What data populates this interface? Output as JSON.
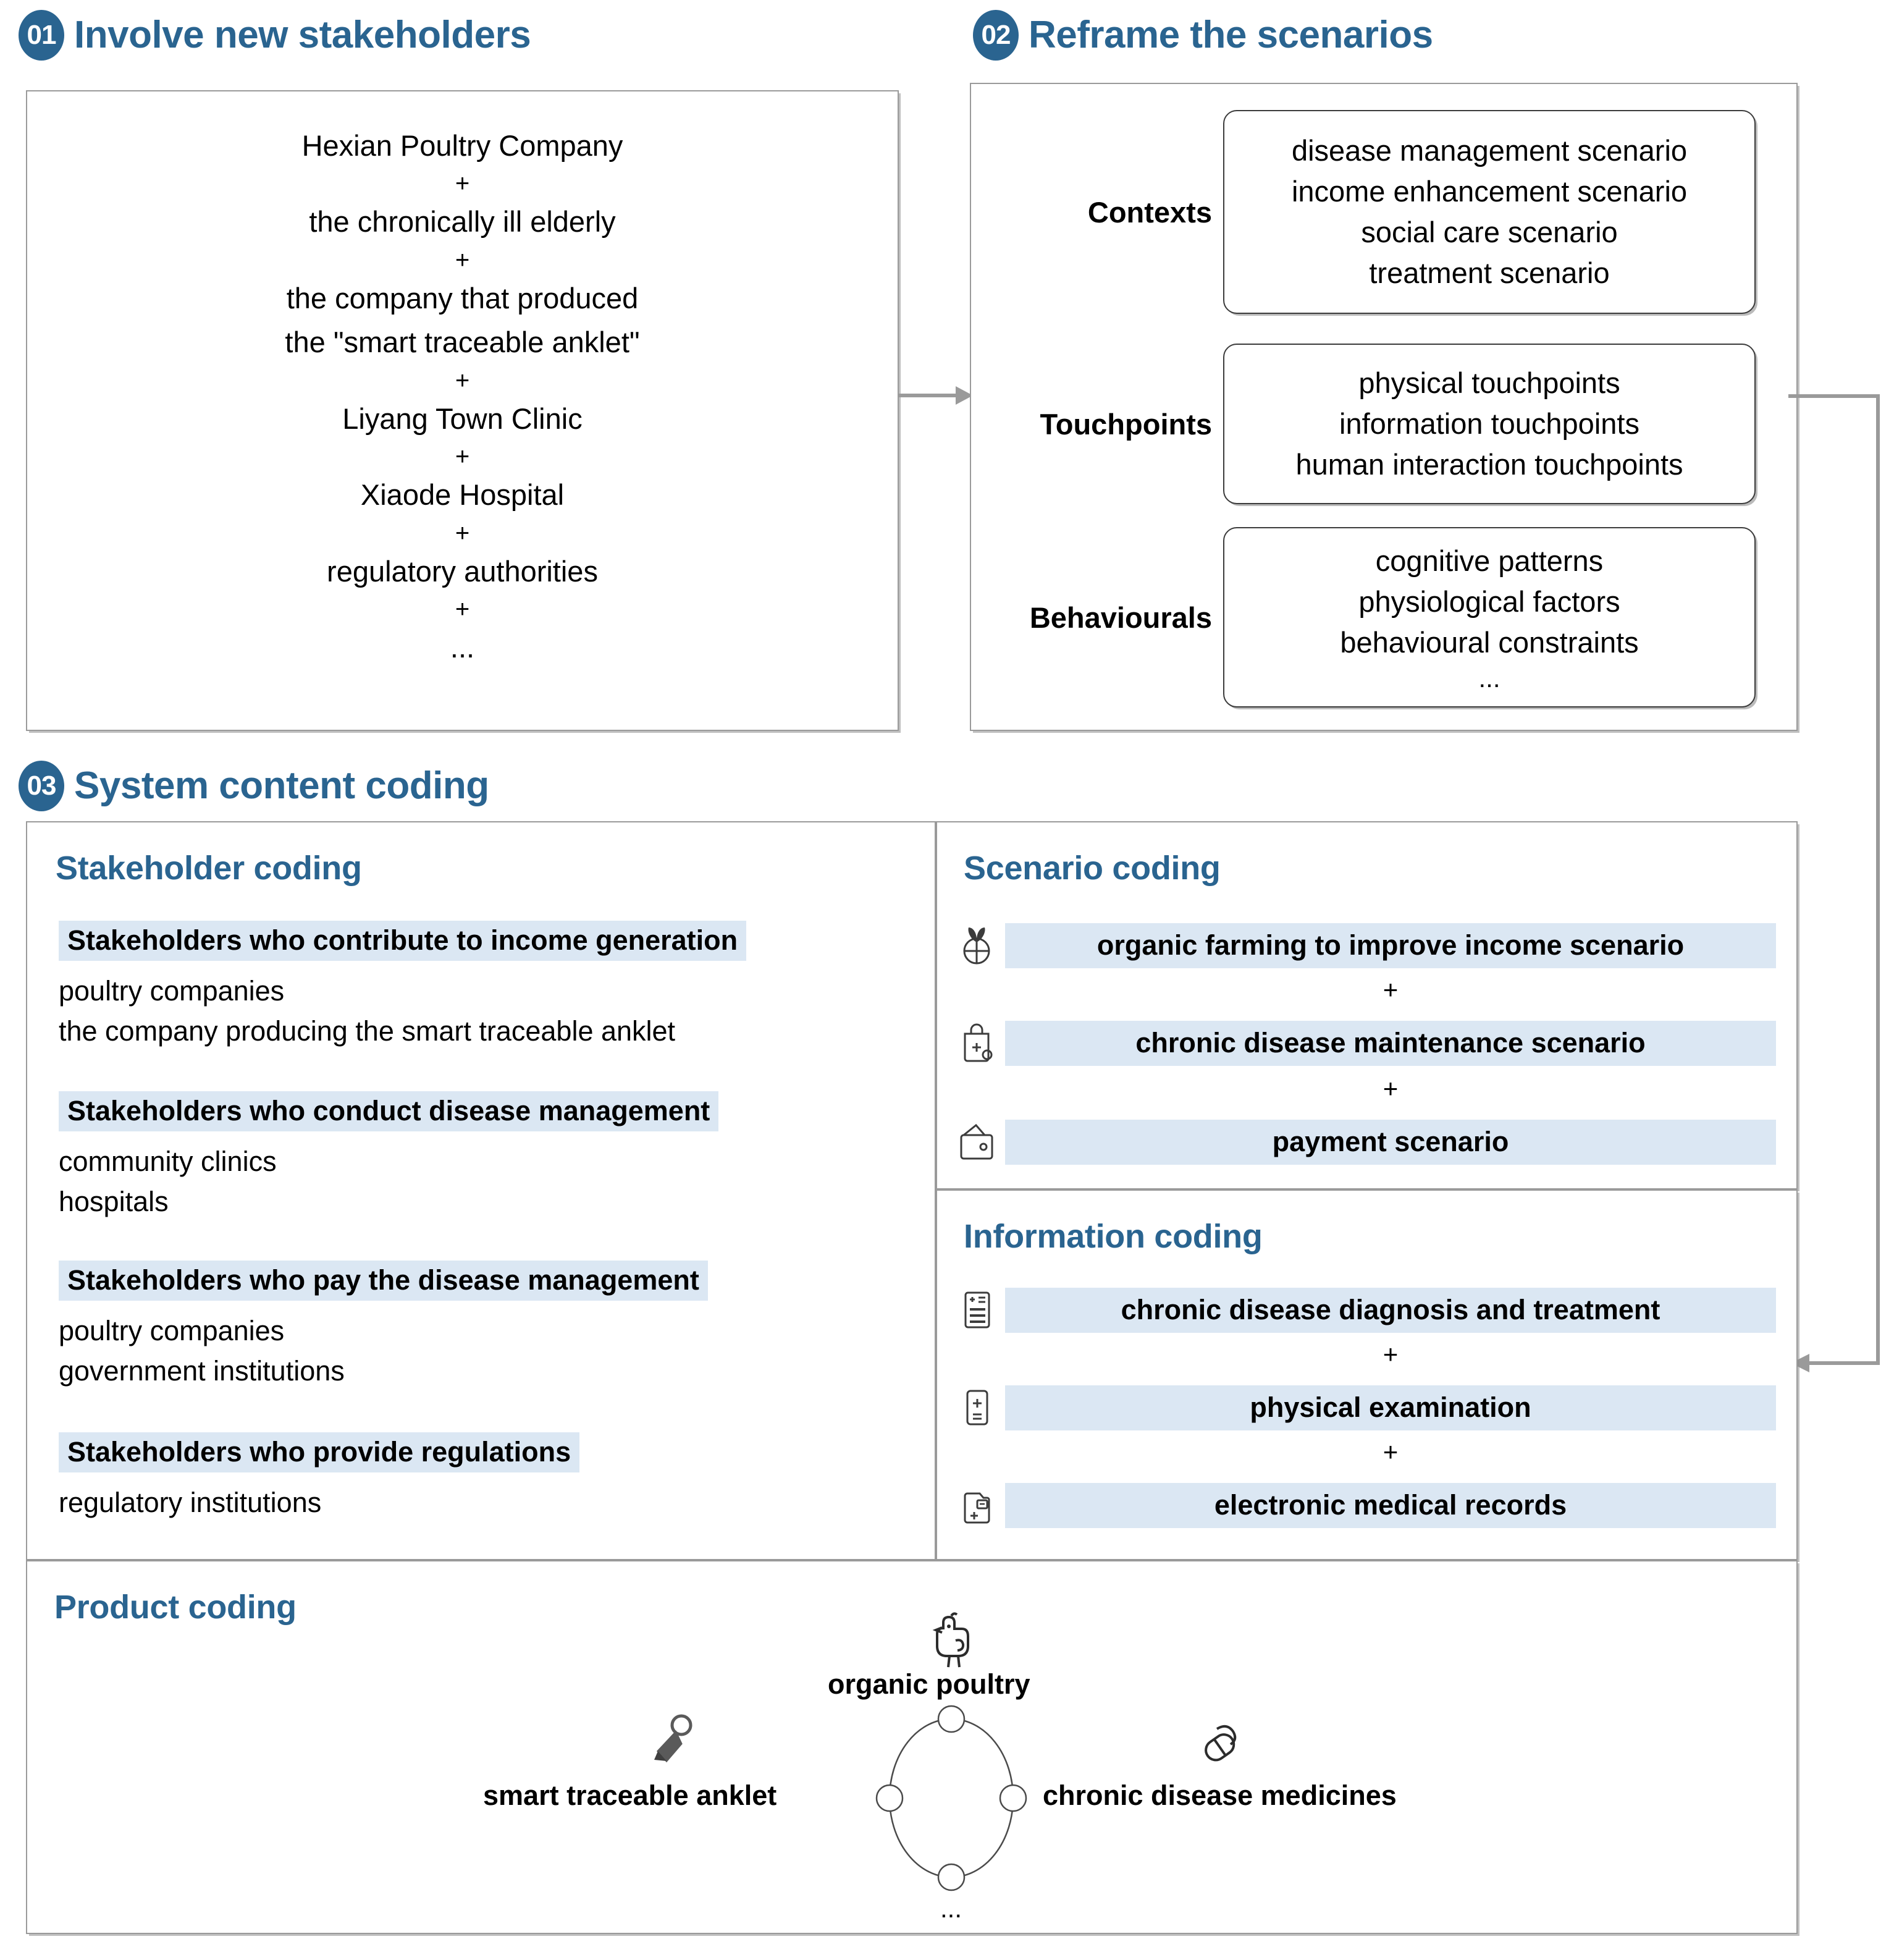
{
  "sections": [
    {
      "num": "01",
      "title": "Involve new stakeholders"
    },
    {
      "num": "02",
      "title": "Reframe the scenarios"
    },
    {
      "num": "03",
      "title": "System content coding"
    }
  ],
  "stakeholders_box": {
    "lines": [
      "Hexian Poultry Company",
      "+",
      "the chronically ill elderly",
      "+",
      "the company that produced",
      "the \"smart traceable anklet\"",
      "+",
      "Liyang Town Clinic",
      "+",
      "Xiaode Hospital",
      "+",
      "regulatory authorities",
      "+",
      "..."
    ]
  },
  "reframe": {
    "rows": [
      {
        "label": "Contexts",
        "items": [
          "disease management scenario",
          "income enhancement scenario",
          "social care scenario",
          "treatment scenario"
        ]
      },
      {
        "label": "Touchpoints",
        "items": [
          "physical touchpoints",
          "information touchpoints",
          "human interaction touchpoints"
        ]
      },
      {
        "label": "Behaviourals",
        "items": [
          "cognitive patterns",
          "physiological factors",
          "behavioural constraints",
          "..."
        ]
      }
    ]
  },
  "stakeholder_coding": {
    "title": "Stakeholder coding",
    "groups": [
      {
        "heading": "Stakeholders who contribute to income generation",
        "items": [
          "poultry companies",
          "the company producing the smart traceable anklet"
        ]
      },
      {
        "heading": "Stakeholders who conduct disease management",
        "items": [
          "community clinics",
          "hospitals"
        ]
      },
      {
        "heading": "Stakeholders who pay the disease management",
        "items": [
          "poultry companies",
          "government institutions"
        ]
      },
      {
        "heading": "Stakeholders who provide regulations",
        "items": [
          "regulatory institutions"
        ]
      }
    ]
  },
  "scenario_coding": {
    "title": "Scenario coding",
    "items": [
      {
        "icon": "organic-plant-icon",
        "label": "organic farming to improve income scenario"
      },
      {
        "icon": "medical-bag-icon",
        "label": "chronic disease maintenance scenario"
      },
      {
        "icon": "wallet-icon",
        "label": "payment scenario"
      }
    ],
    "connector": "+"
  },
  "information_coding": {
    "title": "Information coding",
    "items": [
      {
        "icon": "medical-report-icon",
        "label": "chronic disease diagnosis and treatment"
      },
      {
        "icon": "checklist-icon",
        "label": "physical examination"
      },
      {
        "icon": "medical-folder-icon",
        "label": "electronic medical records"
      }
    ],
    "connector": "+"
  },
  "product_coding": {
    "title": "Product coding",
    "nodes": [
      {
        "icon": "chicken-icon",
        "label": "organic poultry",
        "position": "top"
      },
      {
        "icon": "anklet-icon",
        "label": "smart traceable anklet",
        "position": "left"
      },
      {
        "icon": "pills-icon",
        "label": "chronic disease medicines",
        "position": "right"
      },
      {
        "icon": "",
        "label": "...",
        "position": "bottom"
      }
    ]
  },
  "colors": {
    "accent": "#2a6490",
    "highlight": "#dbe7f3",
    "border": "#9a9a9a",
    "rbox_border": "#3b3b3b"
  }
}
